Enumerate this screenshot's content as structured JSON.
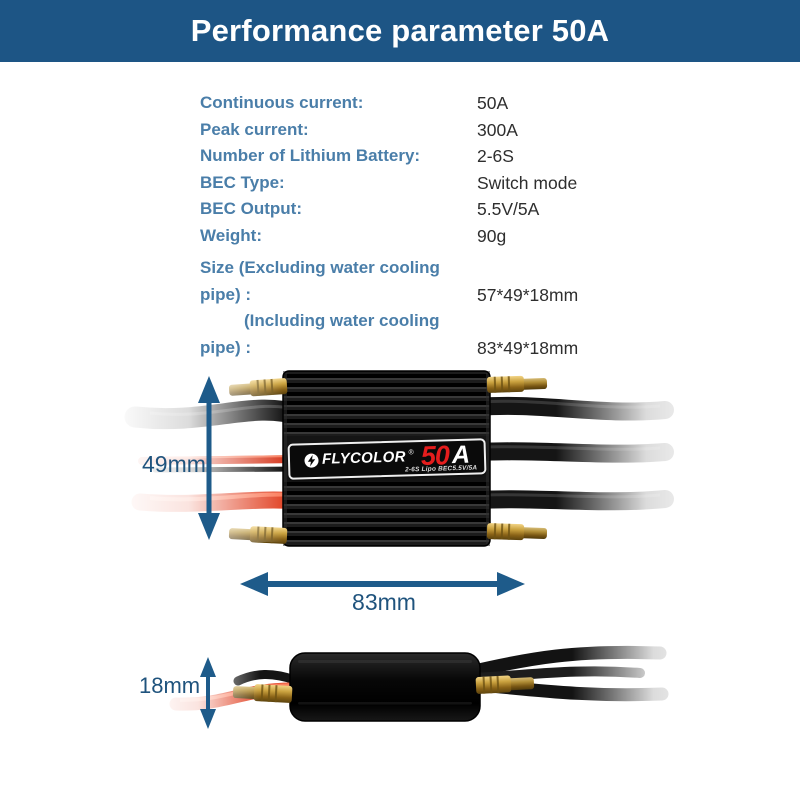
{
  "header": {
    "title": "Performance parameter 50A"
  },
  "specs": {
    "rows": [
      {
        "label": "Continuous current:",
        "value": "50A"
      },
      {
        "label": "Peak current:",
        "value": "300A"
      },
      {
        "label": "Number of Lithium Battery:",
        "value": "2-6S"
      },
      {
        "label": "BEC Type:",
        "value": "Switch mode"
      },
      {
        "label": "BEC Output:",
        "value": "5.5V/5A"
      },
      {
        "label": "Weight:",
        "value": "90g"
      },
      {
        "label": "Size (Excluding water cooling pipe) :",
        "value": "57*49*18mm"
      },
      {
        "label": "(Including water cooling pipe) :",
        "value": "83*49*18mm"
      }
    ]
  },
  "esc_label": {
    "brand": "FLYCOLOR",
    "registered": "®",
    "model_value": "50",
    "model_unit": "A",
    "subtitle": "2-6S Lipo BEC5.5V/5A"
  },
  "dimensions": {
    "height": "49mm",
    "length": "83mm",
    "thickness": "18mm"
  },
  "icons": {
    "flycolor_logo": "circled-lightning-bolt"
  },
  "colors": {
    "header_bg": "#1d5585",
    "spec_label_blue": "#4a7ea9",
    "spec_value_dark": "#2e2e2e",
    "dimension_blue": "#1e5b8a",
    "brand_red": "#e51d1d",
    "wire_red": "#e2492c",
    "connector_gold": "#c9a03c"
  }
}
